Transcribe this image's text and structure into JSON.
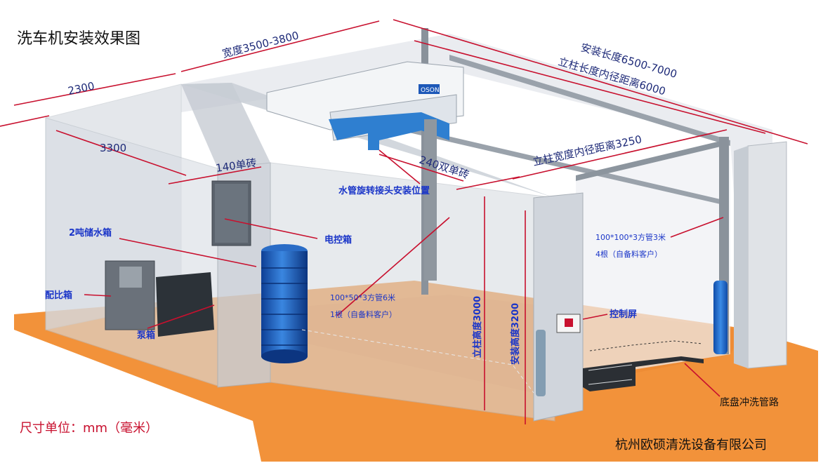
{
  "title": "洗车机安装效果图",
  "unit_note": "尺寸单位：mm（毫米）",
  "company": "杭州欧硕清洗设备有限公司",
  "dimensions": {
    "width": "宽度3500-3800",
    "install_length": "安装长度6500-7000",
    "column_inner_length": "立柱长度内径距离6000",
    "left_depth": "2300",
    "left_room": "3300",
    "brick_140": "140单砖",
    "brick_240": "240双单砖",
    "column_inner_width": "立柱宽度内径距离3250",
    "column_height": "立柱高度3000",
    "install_height": "安装高度3200"
  },
  "callouts": {
    "water_joint": "水管旋转接头安装位置",
    "tank": "2吨储水箱",
    "control_box": "电控箱",
    "ratio_box": "配比箱",
    "pump_box": "泵箱",
    "control_screen": "控制屏",
    "chassis_pipe": "底盘冲洗管路",
    "tube_100x50": "100*50*3方管6米",
    "tube_100x50_qty": "1根（自备料客户）",
    "tube_100x100": "100*100*3方管3米",
    "tube_100x100_qty": "4根（自备料客户）"
  },
  "colors": {
    "floor": "#f2923a",
    "wall": "#dfe3e8",
    "dimension_line": "#c8102e",
    "callout_text": "#1a35c8",
    "machine_blue": "#2f7fd0",
    "tank_blue": "#1d58b8"
  }
}
